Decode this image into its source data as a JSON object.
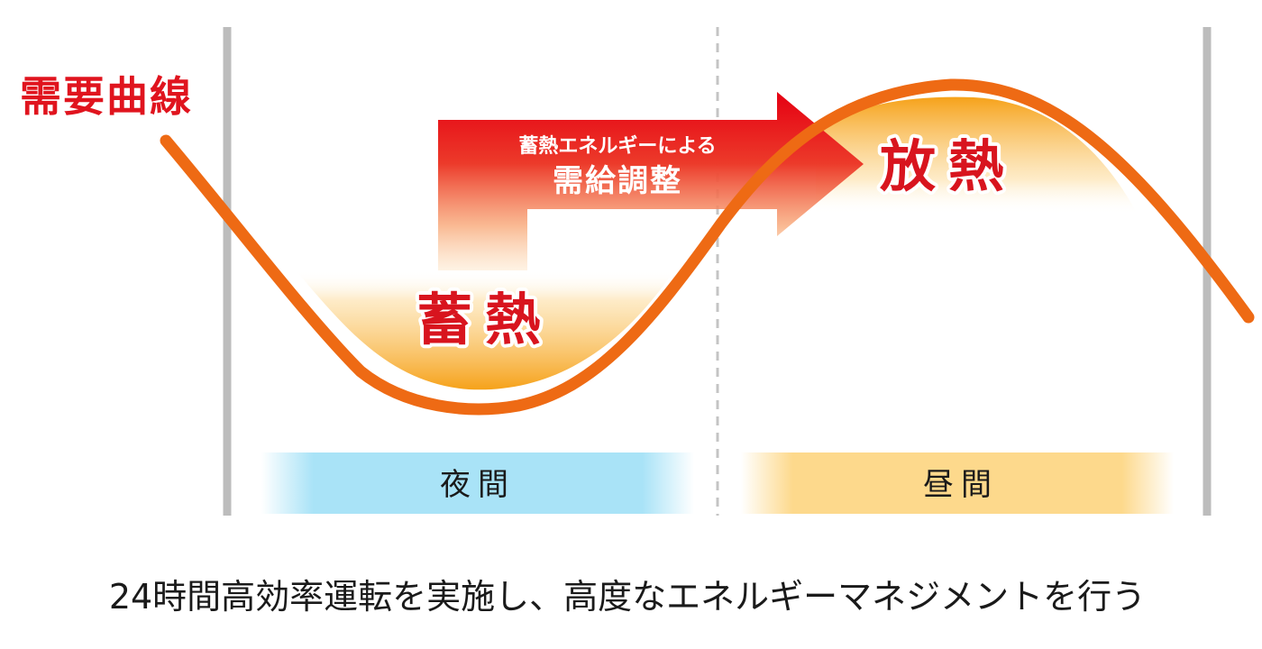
{
  "diagram": {
    "curve_label": "需要曲線",
    "arrow": {
      "line1": "蓄熱エネルギーによる",
      "line2": "需給調整"
    },
    "storage_label": "蓄熱",
    "release_label": "放熱",
    "night_label": "夜間",
    "day_label": "昼間",
    "caption": "24時間高効率運転を実施し、高度なエネルギーマネジメントを行う"
  },
  "colors": {
    "curve": "#ee6a14",
    "label_red": "#e0141e",
    "arrow_red": "#e50012",
    "night_blue": "#a9e3f7",
    "day_yellow": "#fde0a0",
    "guide_gray": "#bcbcbc",
    "text_dark": "#1a1a1a"
  }
}
